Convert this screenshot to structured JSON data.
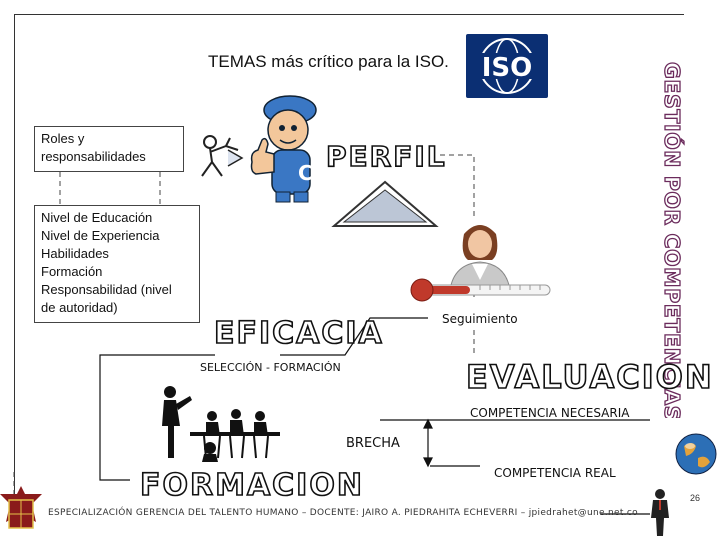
{
  "title": "TEMAS más crítico para la ISO.",
  "iso_logo": {
    "text": "ISO",
    "color": "#0b2f73"
  },
  "side_title": "GESTIÓN POR COMPETENCIAS",
  "roles_box": "Roles y responsabilidades",
  "requirements_box": [
    "Nivel de Educación",
    "Nivel de Experiencia",
    "Habilidades",
    "Formación",
    "Responsabilidad (nivel",
    "de autoridad)"
  ],
  "perfil": "PERFIL",
  "eficacia": "EFICACIA",
  "seguimiento": "Seguimiento",
  "seleccion": "SELECCIÓN - FORMACIÓN",
  "evaluacion": "EVALUACION",
  "competencia_necesaria": "COMPETENCIA NECESARIA",
  "brecha": "BRECHA",
  "competencia_real": "COMPETENCIA REAL",
  "formacion": "FORMACION",
  "footer": "ESPECIALIZACIÓN GERENCIA DEL TALENTO HUMANO – DOCENTE: JAIRO A. PIEDRAHITA ECHEVERRI – jpiedrahet@une.net.co",
  "page_number": "26",
  "icons": [
    "iso-logo-icon",
    "cartoon-thumbs-up-icon",
    "stick-figure-runner-icon",
    "businesswoman-photo",
    "thermometer-icon",
    "meeting-silhouette-icon",
    "globe-icon",
    "businessman-icon",
    "emblem-icon",
    "triangle-icon"
  ],
  "colors": {
    "accent": "#0b2f73",
    "ink": "#111111",
    "thermometer": "#c0392b"
  }
}
